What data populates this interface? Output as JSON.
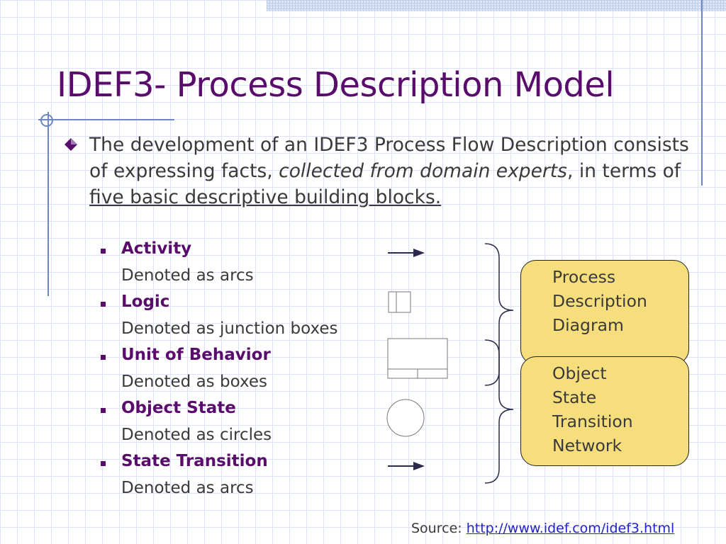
{
  "slide": {
    "title": "IDEF3- Process Description Model",
    "bullet": {
      "text_1": "The development of an IDEF3 Process Flow Description consists of expressing facts, ",
      "text_italic": "collected from domain experts",
      "text_2": ", in terms of ",
      "text_underlined": "five basic descriptive building blocks."
    },
    "building_blocks": [
      {
        "name": "Activity",
        "notation": "Denoted as arcs",
        "symbol": "arrow"
      },
      {
        "name": "Logic",
        "notation": "Denoted as junction boxes",
        "symbol": "junction-box"
      },
      {
        "name": "Unit of Behavior",
        "notation": "Denoted as boxes",
        "symbol": "box"
      },
      {
        "name": "Object State",
        "notation": "Denoted as circles",
        "symbol": "circle"
      },
      {
        "name": "State Transition",
        "notation": "Denoted as arcs",
        "symbol": "arrow"
      }
    ],
    "groups": {
      "process_description_diagram": [
        "Process",
        "Description",
        "Diagram"
      ],
      "object_state_transition_network": [
        "Object",
        "State",
        "Transition",
        "Network"
      ]
    },
    "source": {
      "label": "Source: ",
      "link": "http://www.idef.com/idef3.html"
    },
    "colors": {
      "title": "#5a0c6c",
      "text": "#3a3a3a",
      "box_fill": "#f6de7d",
      "link": "#2323c8",
      "accent": "#6f86c3"
    }
  }
}
